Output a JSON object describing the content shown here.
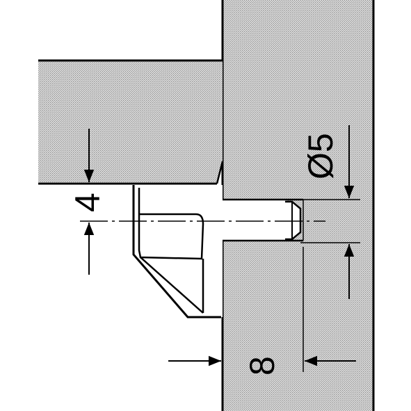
{
  "dimensions": {
    "shelf_gap": "4",
    "hole_diameter": "Ø5",
    "insertion_depth": "8"
  },
  "colors": {
    "line": "#000000",
    "hatch_fill": "#d6d6d6",
    "background": "#ffffff"
  }
}
